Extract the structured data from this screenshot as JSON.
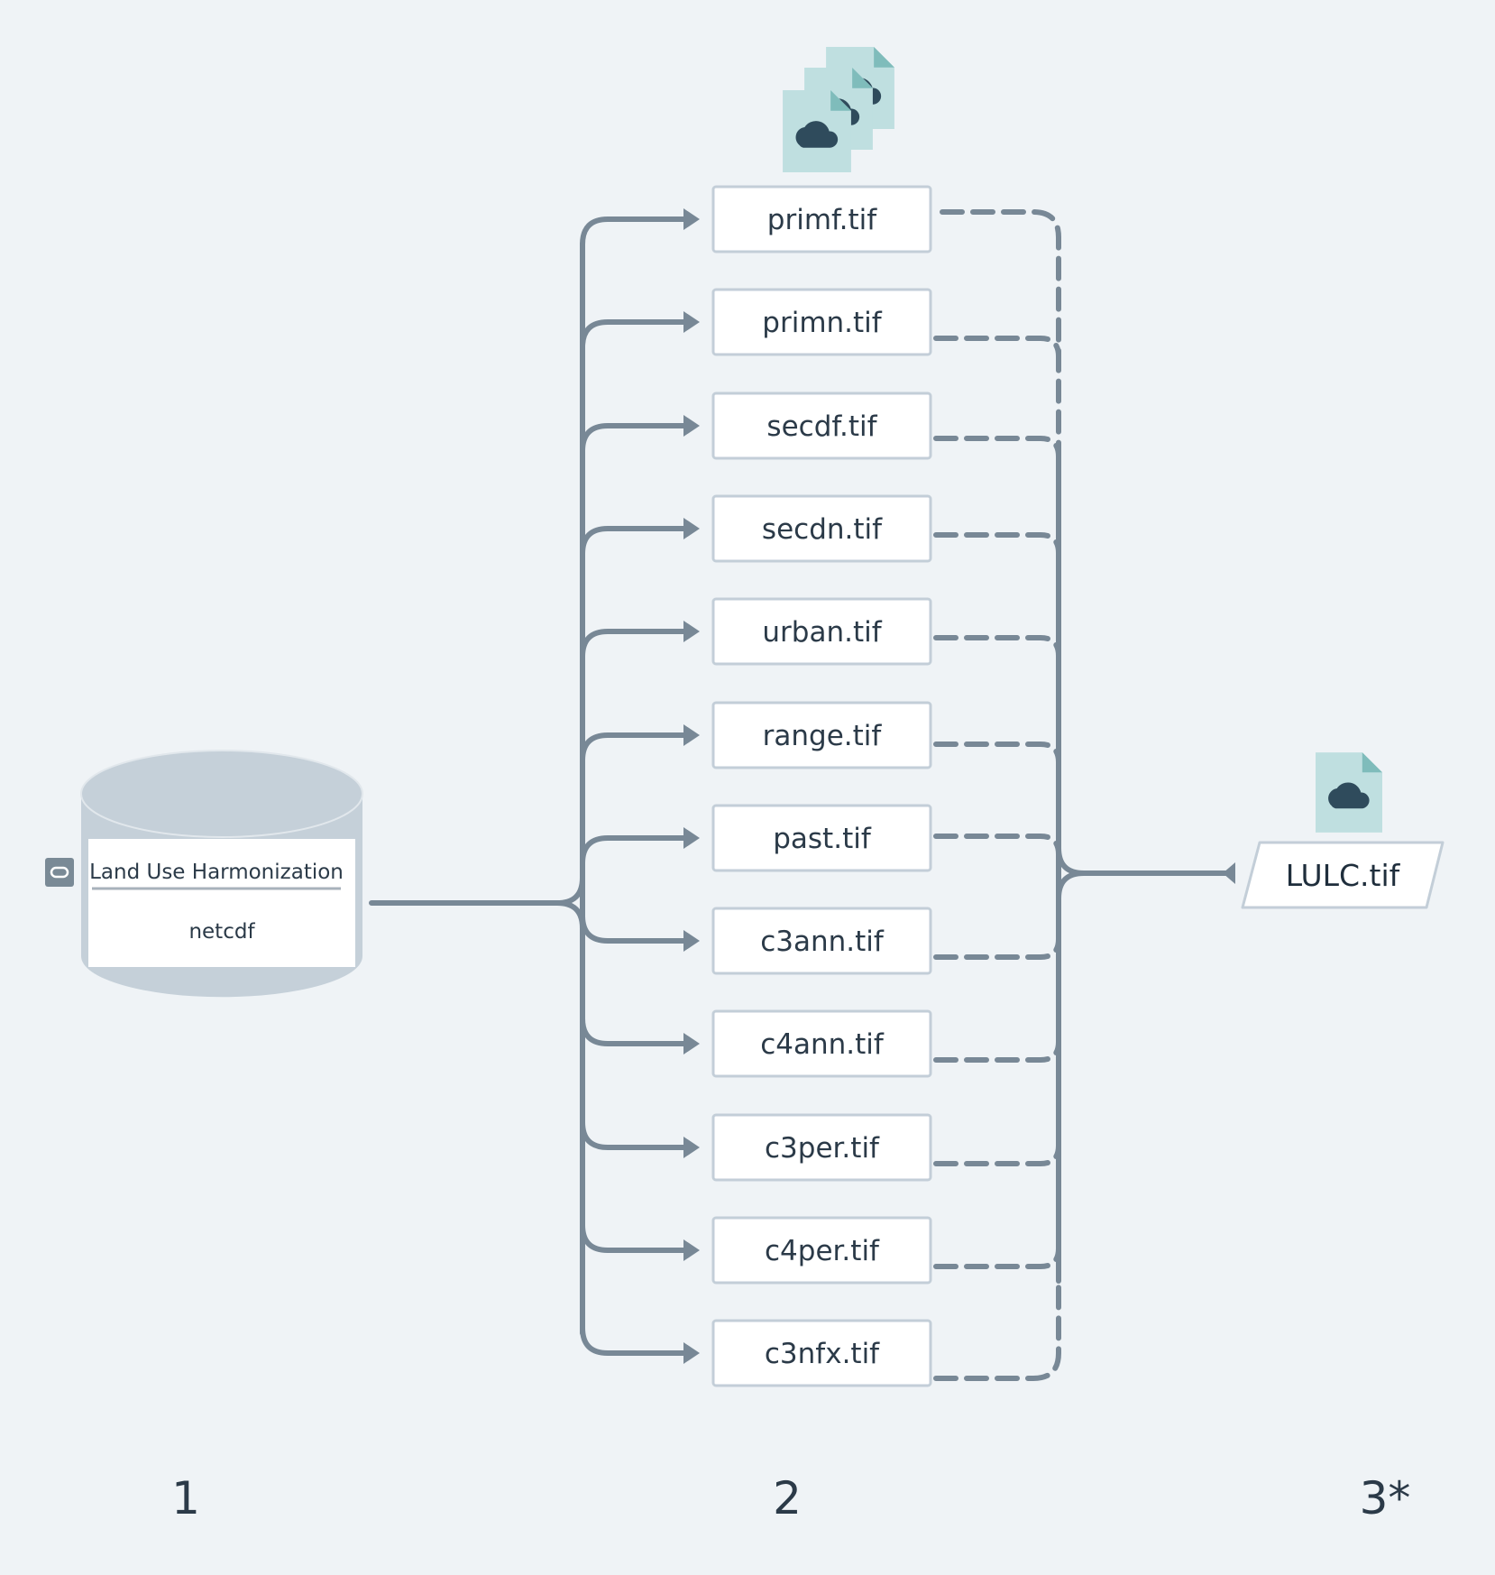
{
  "source": {
    "title": "Land Use Harmonization",
    "format": "netcdf",
    "icon": "link-icon"
  },
  "files": [
    {
      "label": "primf.tif"
    },
    {
      "label": "primn.tif"
    },
    {
      "label": "secdf.tif"
    },
    {
      "label": "secdn.tif"
    },
    {
      "label": "urban.tif"
    },
    {
      "label": "range.tif"
    },
    {
      "label": "past.tif"
    },
    {
      "label": "c3ann.tif"
    },
    {
      "label": "c4ann.tif"
    },
    {
      "label": "c3per.tif"
    },
    {
      "label": "c4per.tif"
    },
    {
      "label": "c3nfx.tif"
    }
  ],
  "output": {
    "label": "LULC.tif",
    "icon": "cloud-file-icon"
  },
  "stages": [
    "1",
    "2",
    "3*"
  ],
  "colors": {
    "background": "#eff3f6",
    "connector": "#788896",
    "box_border": "#c3ced8",
    "cylinder": "#c5d0d9",
    "file_icon": "#bfdfe0",
    "file_icon_corner": "#7fbcbb",
    "cloud": "#2f4b5c"
  }
}
